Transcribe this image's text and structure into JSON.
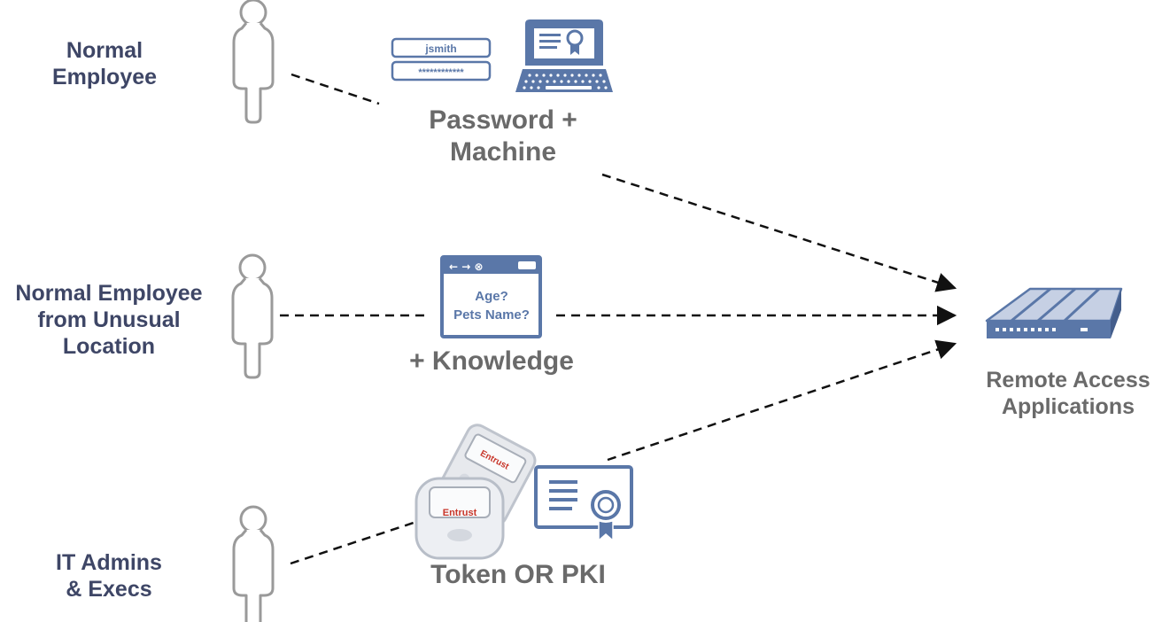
{
  "users": [
    {
      "line1": "Normal",
      "line2": "Employee",
      "line3": ""
    },
    {
      "line1": "Normal Employee",
      "line2": "from Unusual",
      "line3": "Location"
    },
    {
      "line1": "IT Admins",
      "line2": "& Execs",
      "line3": ""
    }
  ],
  "factors": {
    "password_machine": {
      "line1": "Password +",
      "line2": "Machine"
    },
    "knowledge": {
      "label": "+ Knowledge"
    },
    "token_pki": {
      "label": "Token OR PKI"
    }
  },
  "login_form": {
    "username": "jsmith",
    "password": "************"
  },
  "knowledge_window": {
    "controls": "← → ⊗",
    "line1": "Age?",
    "line2": "Pets Name?"
  },
  "token_brand": "Entrust",
  "destination": {
    "line1": "Remote Access",
    "line2": "Applications"
  },
  "colors": {
    "icon_blue": "#5a77a8",
    "label_dark": "#3e4666",
    "label_gray": "#6a6a6a",
    "line": "#111111"
  }
}
